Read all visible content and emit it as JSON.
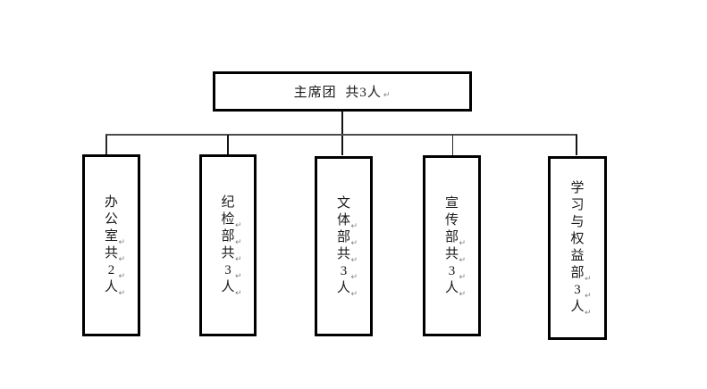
{
  "meta": {
    "mark_glyph": "↵",
    "colors": {
      "background": "#ffffff",
      "box_border": "#000000",
      "text": "#1a1a1a",
      "return_mark": "#808080",
      "connector": "#333333"
    }
  },
  "org_chart": {
    "type": "org-chart",
    "root": {
      "label": "主席团 共3人",
      "full_text": "主席团 共3人↵"
    },
    "children": [
      {
        "full_text": "办公室共2人",
        "lines": [
          "办",
          "公",
          "室↵",
          "共↵",
          "2↵",
          "人↵"
        ]
      },
      {
        "full_text": "纪检部共3人",
        "lines": [
          "纪",
          "检↵",
          "部↵",
          "共↵",
          "3↵",
          "人↵"
        ]
      },
      {
        "full_text": "文体部共3人",
        "lines": [
          "文",
          "体↵",
          "部↵",
          "共↵",
          "3↵",
          "人↵"
        ]
      },
      {
        "full_text": "宣传部共3人",
        "lines": [
          "宣",
          "传",
          "部↵",
          "共↵",
          "3↵",
          "人↵"
        ]
      },
      {
        "full_text": "学习与权益部3人",
        "lines": [
          "学",
          "习",
          "与",
          "权",
          "益",
          "部↵",
          "3↵",
          "人↵"
        ]
      }
    ]
  }
}
